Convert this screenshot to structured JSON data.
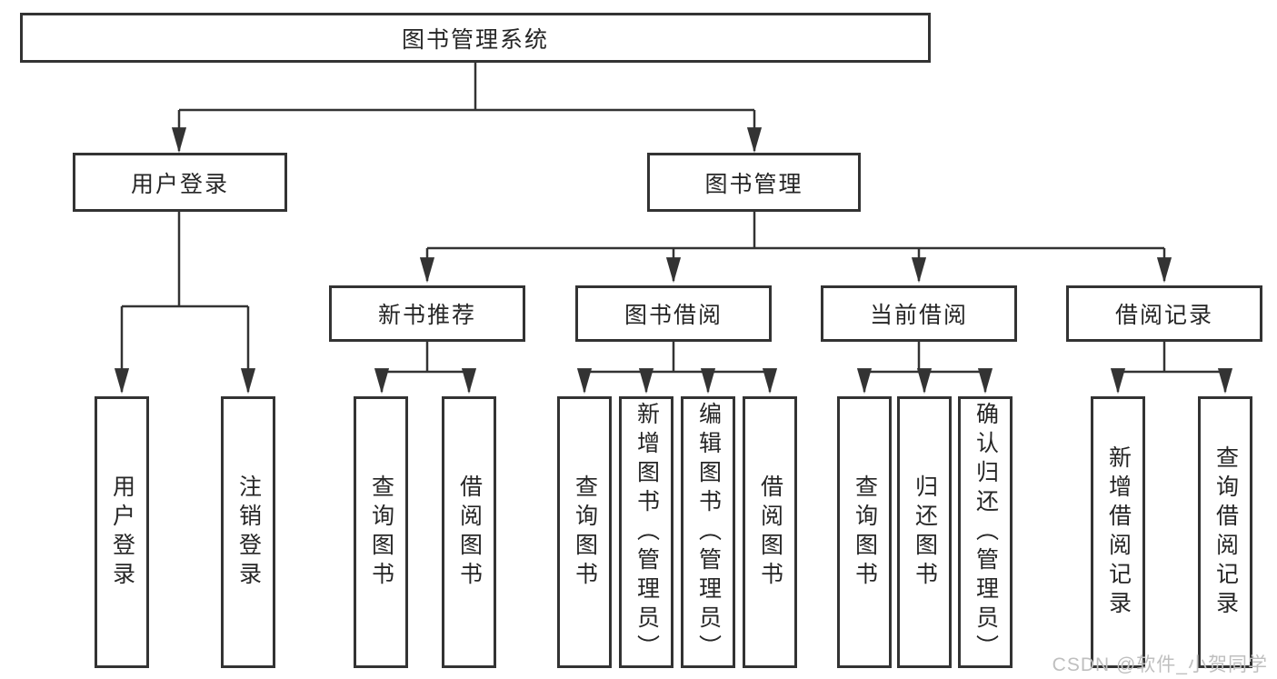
{
  "colors": {
    "line": "#333333",
    "box_border": "#333333",
    "text": "#262626",
    "watermark": "#bfbfbf",
    "background": "#ffffff"
  },
  "watermark": "CSDN @软件_小贺同学",
  "tree": {
    "root": "图书管理系统",
    "branches": [
      {
        "label": "用户登录",
        "leaves": [
          "用户登录",
          "注销登录"
        ]
      },
      {
        "label": "图书管理",
        "groups": [
          {
            "label": "新书推荐",
            "leaves": [
              "查询图书",
              "借阅图书"
            ]
          },
          {
            "label": "图书借阅",
            "leaves": [
              "查询图书",
              "新增图书（管理员）",
              "编辑图书（管理员）",
              "借阅图书"
            ]
          },
          {
            "label": "当前借阅",
            "leaves": [
              "查询图书",
              "归还图书",
              "确认归还（管理员）"
            ]
          },
          {
            "label": "借阅记录",
            "leaves": [
              "新增借阅记录",
              "查询借阅记录"
            ]
          }
        ]
      }
    ]
  }
}
